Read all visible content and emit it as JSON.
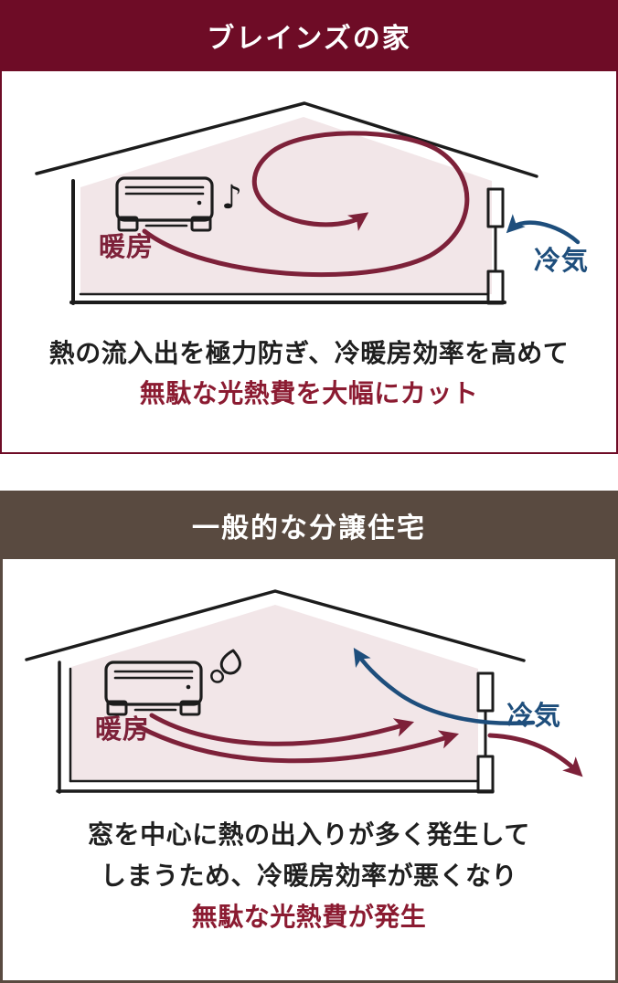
{
  "colors": {
    "header_maroon": "#6e0c26",
    "header_brown": "#594a40",
    "arrow_warm_red": "#7d2139",
    "accent_text_red": "#8b1b31",
    "arrow_cold_blue": "#1e4e7c",
    "house_interior_pink": "#f2e6e8",
    "outline_black": "#1c1c1c"
  },
  "panel_brains": {
    "title": "ブレインズの家",
    "music_note": "♪",
    "heating_label": "暖房",
    "cold_air_label": "冷気",
    "caption": {
      "line1": "熱の流入出を極力防ぎ、冷暖房効率を高めて",
      "line2": "無駄な光熱費を大幅にカット"
    }
  },
  "panel_general": {
    "title": "一般的な分譲住宅",
    "heating_label": "暖房",
    "cold_air_label": "冷気",
    "caption": {
      "line1": "窓を中心に熱の出入りが多く発生して",
      "line2": "しまうため、冷暖房効率が悪くなり",
      "line3": "無駄な光熱費が発生"
    }
  },
  "icons": {
    "heater": "heater-icon",
    "music_note": "music-note-icon",
    "sweat_drop": "sweat-drop-icon",
    "circulation_arrow": "warm-air-circulation-arrow",
    "cold_air_blocked_arrow": "cold-air-blocked-arrow",
    "cold_air_intrusion_arrow": "cold-air-intrusion-arrow",
    "heat_escape_arrow": "heat-escape-arrow",
    "window": "window-icon",
    "house": "house-outline"
  }
}
